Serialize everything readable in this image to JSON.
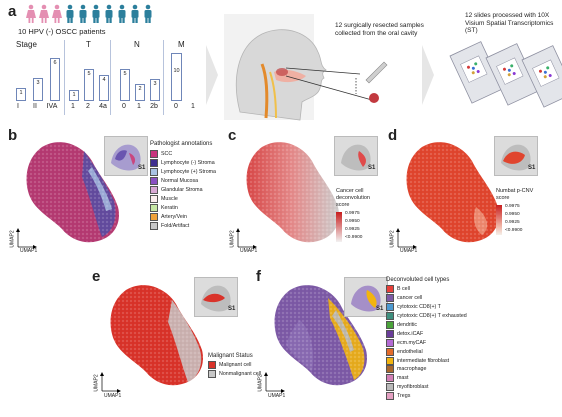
{
  "panel_a": {
    "label": "a",
    "patients_text": "10 HPV (-) OSCC patients",
    "stage": {
      "title": "Stage",
      "bars": [
        {
          "label": "I",
          "value": "1"
        },
        {
          "label": "II",
          "value": "3"
        },
        {
          "label": "IVA",
          "value": "6"
        }
      ]
    },
    "T": {
      "title": "T",
      "bars": [
        {
          "label": "1",
          "value": "1"
        },
        {
          "label": "2",
          "value": "5"
        },
        {
          "label": "4a",
          "value": "4"
        }
      ]
    },
    "N": {
      "title": "N",
      "bars": [
        {
          "label": "0",
          "value": "5"
        },
        {
          "label": "1",
          "value": "2"
        },
        {
          "label": "2b",
          "value": "3"
        }
      ]
    },
    "M": {
      "title": "M",
      "bars": [
        {
          "label": "0",
          "value": "10"
        },
        {
          "label": "1",
          "value": ""
        }
      ]
    },
    "samples_text": "12 surgically resected samples collected from the oral cavity",
    "slides_text": "12 slides processed with 10X Visium Spatial Transcriptomics (ST)"
  },
  "panel_b": {
    "label": "b",
    "legend_title": "Pathologist annotations",
    "inset_label": "S1",
    "x_axis": "UMAP1",
    "y_axis": "UMAP2",
    "legend": [
      {
        "label": "SCC",
        "color": "#c7357d"
      },
      {
        "label": "Lymphocyte (-) Stroma",
        "color": "#3f2f8f"
      },
      {
        "label": "Lymphocyte (+) Stroma",
        "color": "#a9c2e3"
      },
      {
        "label": "Normal Mucosa",
        "color": "#8a4fc2"
      },
      {
        "label": "Glandular Stroma",
        "color": "#d9a8d4"
      },
      {
        "label": "Muscle",
        "color": "#fbeeee"
      },
      {
        "label": "Keratin",
        "color": "#c6e6a4"
      },
      {
        "label": "Artery/Vein",
        "color": "#f0a23a"
      },
      {
        "label": "Fold/Artifact",
        "color": "#c8c8c8"
      }
    ]
  },
  "panel_c": {
    "label": "c",
    "inset_label": "S1",
    "x_axis": "UMAP1",
    "y_axis": "UMAP2",
    "legend_title": "Cancer cell deconvolution score",
    "ticks": [
      "0.9975",
      "0.9950",
      "0.9925",
      "<0.9900"
    ]
  },
  "panel_d": {
    "label": "d",
    "inset_label": "S1",
    "x_axis": "UMAP1",
    "y_axis": "UMAP2",
    "legend_title": "Numbat p-CNV score",
    "ticks": [
      "0.9975",
      "0.9950",
      "0.9925",
      "<0.9900"
    ]
  },
  "panel_e": {
    "label": "e",
    "inset_label": "S1",
    "x_axis": "UMAP1",
    "y_axis": "UMAP2",
    "legend_title": "Malignant Status",
    "legend": [
      {
        "label": "Malignant cell",
        "color": "#d9332a"
      },
      {
        "label": "Nonmalignant cell",
        "color": "#c8c8c8"
      }
    ]
  },
  "panel_f": {
    "label": "f",
    "inset_label": "S1",
    "x_axis": "UMAP1",
    "y_axis": "UMAP2",
    "legend_title": "Deconvoluted cell types",
    "legend": [
      {
        "label": "B cell",
        "color": "#e8403a"
      },
      {
        "label": "cancer cell",
        "color": "#7d5aa6"
      },
      {
        "label": "cytotoxic CD8(+) T",
        "color": "#4d9ad1"
      },
      {
        "label": "cytotoxic CD8(+) T exhausted",
        "color": "#3e8f7e"
      },
      {
        "label": "dendritic",
        "color": "#4aa33a"
      },
      {
        "label": "detox.iCAF",
        "color": "#6a3d9a"
      },
      {
        "label": "ecm.myCAF",
        "color": "#b36ad4"
      },
      {
        "label": "endothelial",
        "color": "#e36b2a"
      },
      {
        "label": "intermediate fibroblast",
        "color": "#f2b40f"
      },
      {
        "label": "macrophage",
        "color": "#a8672c"
      },
      {
        "label": "mast",
        "color": "#d27fb6"
      },
      {
        "label": "myofibroblast",
        "color": "#b9b9b9"
      },
      {
        "label": "Tregs",
        "color": "#e4a0c2"
      }
    ]
  }
}
